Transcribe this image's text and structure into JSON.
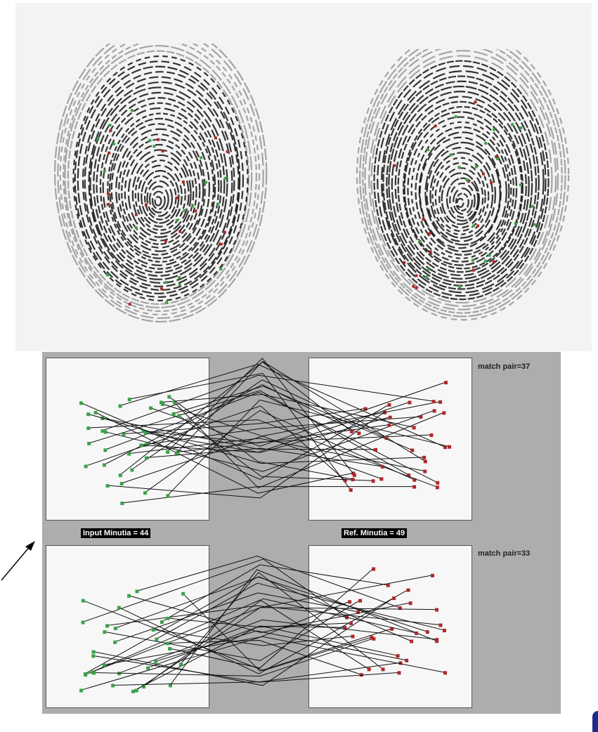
{
  "figure": {
    "top_match": {
      "label": "match pair=37"
    },
    "bottom_match": {
      "label": "match pair=33"
    },
    "input_count": {
      "label": "Input Minutia = 44"
    },
    "ref_count": {
      "label": "Ref. Minutia = 49"
    }
  },
  "colors": {
    "input_marker": "#3aa24a",
    "ref_marker": "#b0282a",
    "panel_bg": "#adadad",
    "ridge": "#111111"
  },
  "icons": [
    "pointer-arrow-icon"
  ]
}
